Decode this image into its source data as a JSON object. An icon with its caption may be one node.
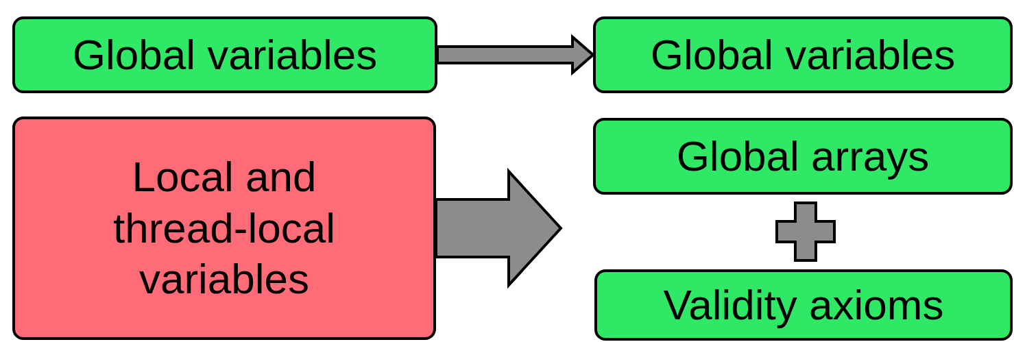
{
  "diagram": {
    "nodes": [
      {
        "text": [
          "Global variables"
        ]
      },
      {
        "text": [
          "Global variables"
        ]
      },
      {
        "text": [
          "Local and thread-local variables"
        ]
      },
      {
        "text": [
          "Global arrays"
        ]
      },
      {
        "text": [
          "Validity axioms"
        ]
      }
    ],
    "edges": [
      {
        "from": 0,
        "to": 1,
        "arrow": "to"
      },
      {
        "from": 2,
        "to": null,
        "arrow": "to"
      }
    ]
  }
}
